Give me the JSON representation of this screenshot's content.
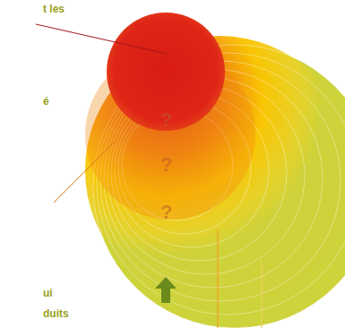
{
  "diagram": {
    "labels": [
      "t les",
      "é",
      "ui",
      "duits",
      "?",
      "?",
      "?"
    ]
  }
}
